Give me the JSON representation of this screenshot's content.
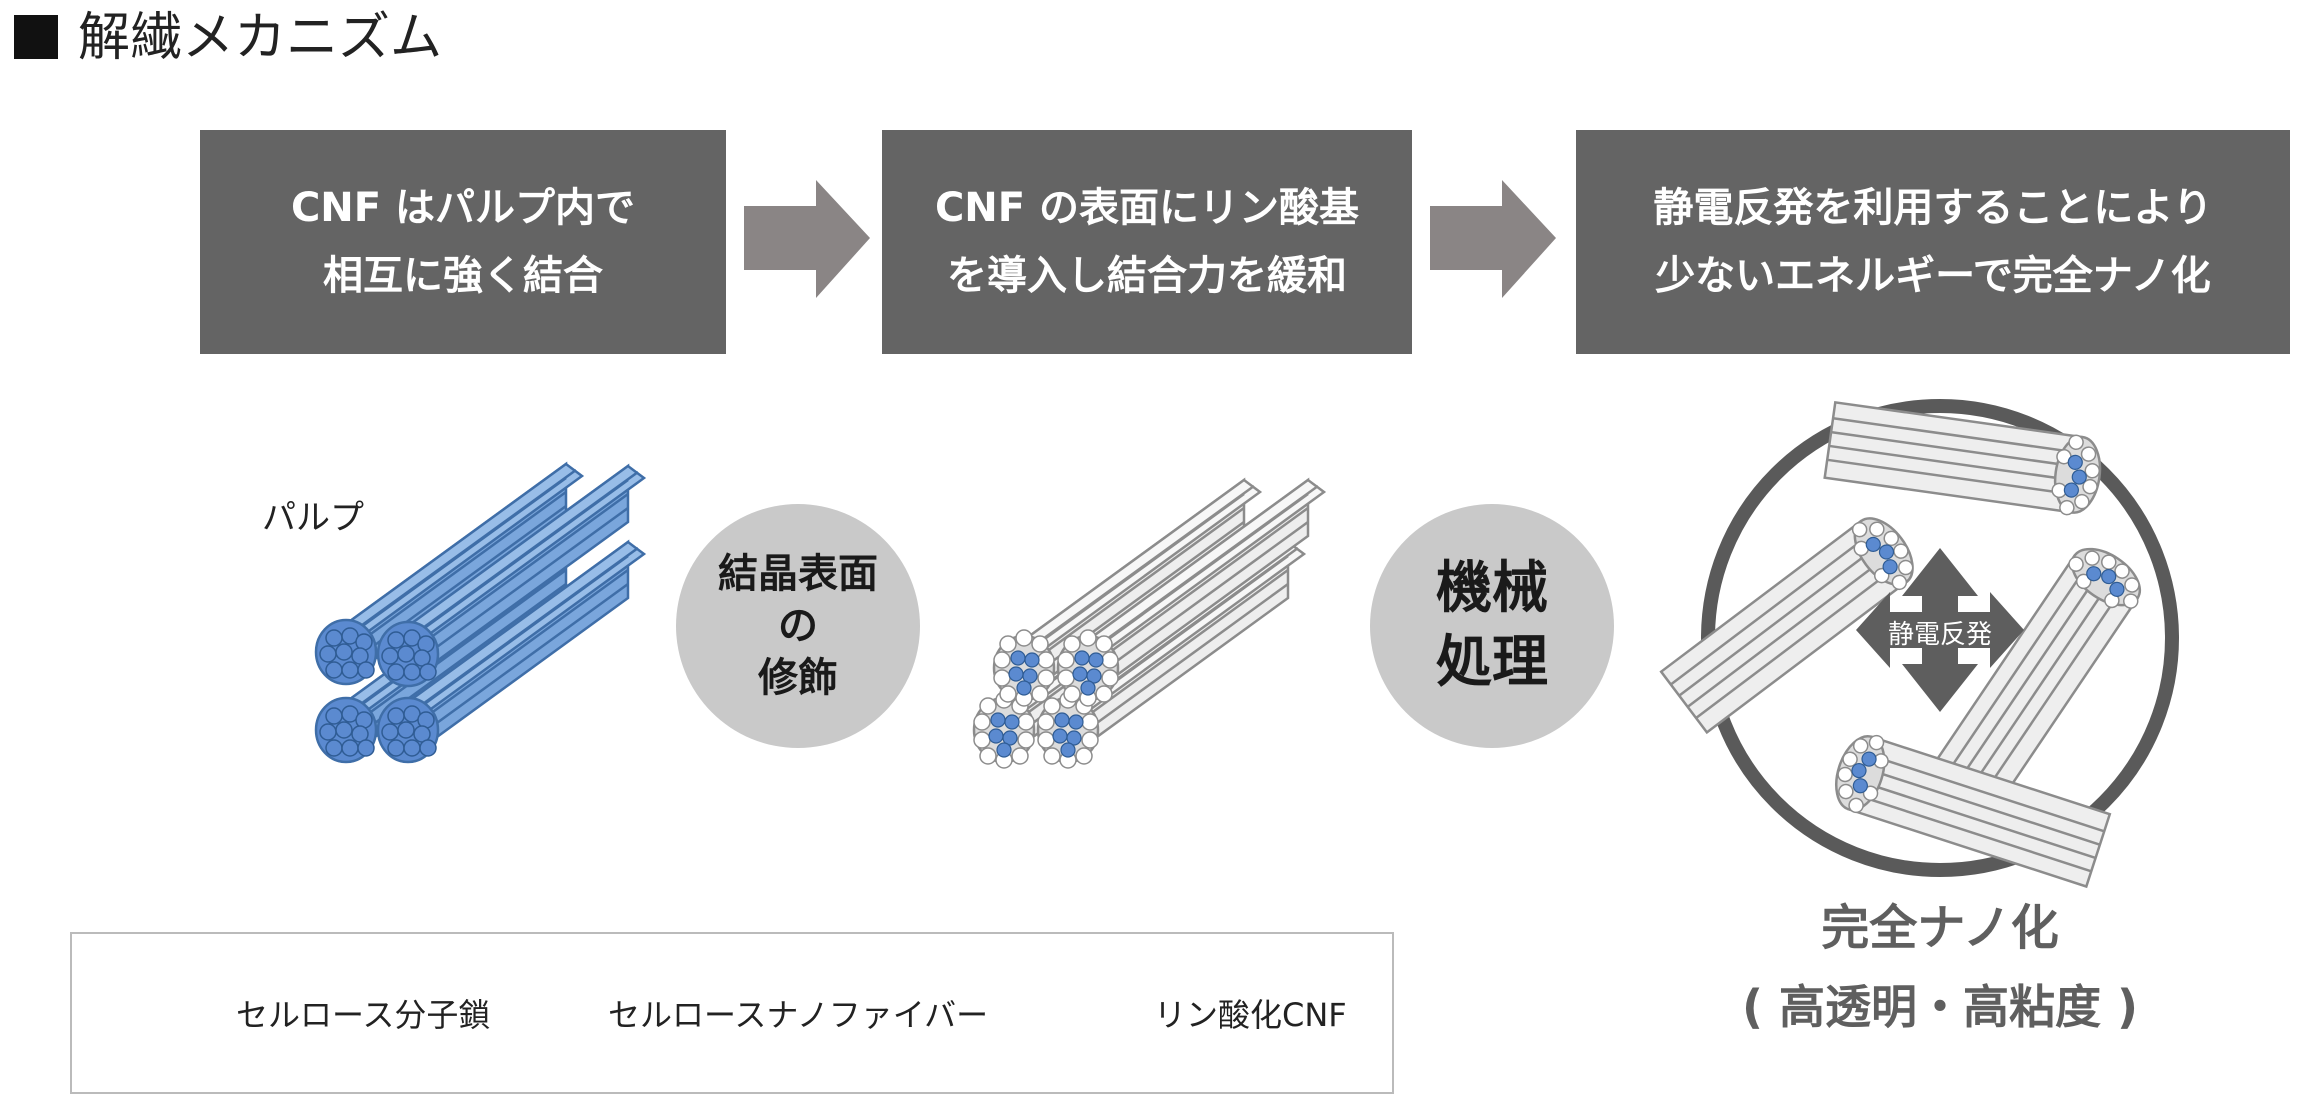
{
  "title": "解繊メカニズム",
  "steps": [
    {
      "line1": "CNF はパルプ内で",
      "line2": "相互に強く結合"
    },
    {
      "line1": "CNF の表面にリン酸基",
      "line2": "を導入し結合力を緩和"
    },
    {
      "line1": "静電反発を利用することにより",
      "line2": "少ないエネルギーで完全ナノ化"
    }
  ],
  "pulp_label": "パルプ",
  "process1": {
    "line1": "結晶表面",
    "line2": "の",
    "line3": "修飾"
  },
  "process2": {
    "line1": "機械",
    "line2": "処理"
  },
  "repulsion_label": "静電反発",
  "result": {
    "line1": "完全ナノ化",
    "line2": "( 高透明・高粘度 )"
  },
  "legend": [
    {
      "label": "セルロース分子鎖"
    },
    {
      "label": "セルロースナノファイバー"
    },
    {
      "label": "リン酸化CNF"
    }
  ],
  "colors": {
    "step_box": "#646464",
    "arrow": "#8a8585",
    "circle": "#c9c9c9",
    "ring": "#5a5a5a",
    "fiber_blue": "#7aa6dc",
    "fiber_blue_edge": "#3f6ea8",
    "fiber_white": "#eeeeee",
    "fiber_white_edge": "#8c8c8c",
    "core_blue": "#5b8ad0"
  }
}
